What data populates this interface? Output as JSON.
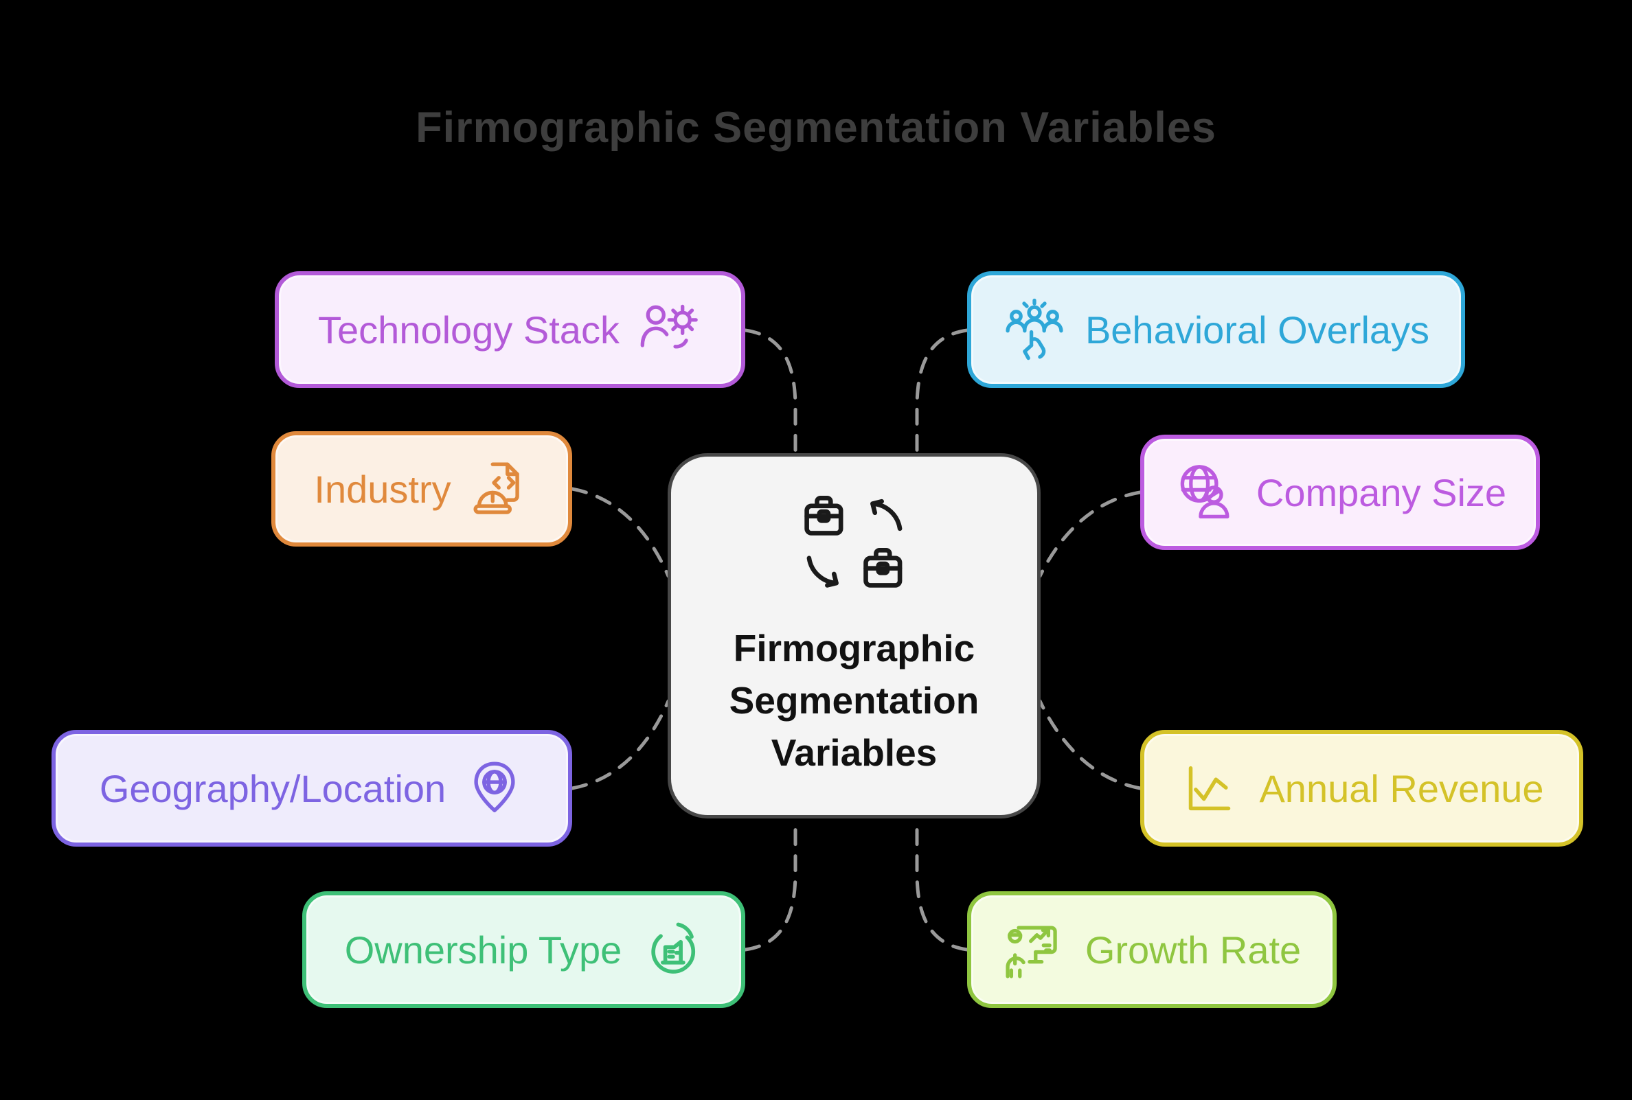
{
  "title": {
    "text": "Firmographic Segmentation Variables",
    "color": "#3e3e3e"
  },
  "colors": {
    "background": "#000000",
    "connector": "#9a9a9a"
  },
  "center": {
    "label": "Firmographic Segmentation Variables",
    "icon": "briefcase-swap-icon",
    "fill": "#f4f4f4",
    "border": "#474747",
    "text_color": "#111111"
  },
  "nodes": [
    {
      "id": "technology-stack",
      "label": "Technology Stack",
      "icon": "person-gears-icon",
      "icon_side": "right",
      "accent": "#b35ad8",
      "fill": "#f9eefd"
    },
    {
      "id": "industry",
      "label": "Industry",
      "icon": "code-document-hardhat-icon",
      "icon_side": "right",
      "accent": "#e0893c",
      "fill": "#fcf0e4"
    },
    {
      "id": "geography-location",
      "label": "Geography/Location",
      "icon": "map-pin-globe-icon",
      "icon_side": "right",
      "accent": "#7d64e2",
      "fill": "#efecfc"
    },
    {
      "id": "ownership-type",
      "label": "Ownership Type",
      "icon": "building-pie-chart-icon",
      "icon_side": "right",
      "accent": "#3ec077",
      "fill": "#e6f9ef"
    },
    {
      "id": "behavioral-overlays",
      "label": "Behavioral Overlays",
      "icon": "people-pointing-icon",
      "icon_side": "left",
      "accent": "#2ea7d8",
      "fill": "#e3f3fa"
    },
    {
      "id": "company-size",
      "label": "Company Size",
      "icon": "globe-person-icon",
      "icon_side": "left",
      "accent": "#bc5be0",
      "fill": "#fbeefd"
    },
    {
      "id": "annual-revenue",
      "label": "Annual Revenue",
      "icon": "line-chart-icon",
      "icon_side": "left",
      "accent": "#d4c228",
      "fill": "#fbf7dc"
    },
    {
      "id": "growth-rate",
      "label": "Growth Rate",
      "icon": "presenter-chart-icon",
      "icon_side": "left",
      "accent": "#8fc640",
      "fill": "#f3fbdf"
    }
  ]
}
